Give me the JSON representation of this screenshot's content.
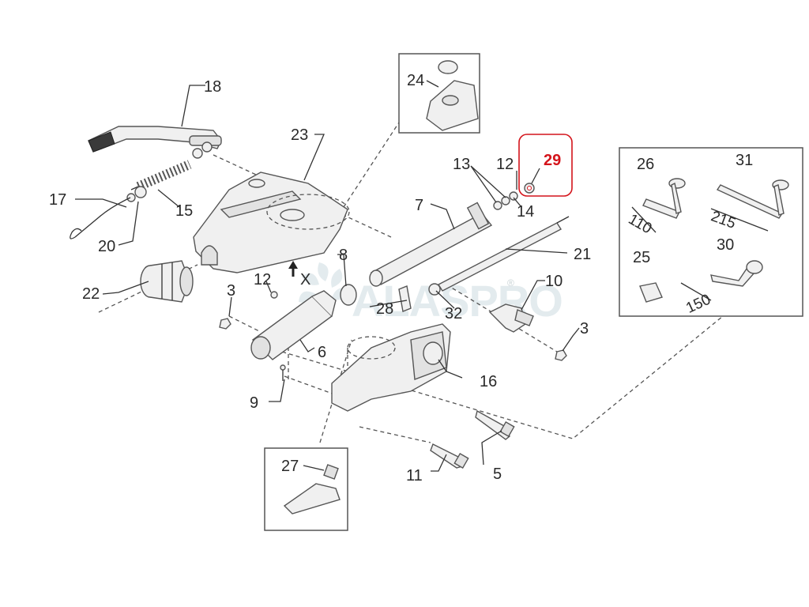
{
  "watermark": {
    "brand": "ALASPRO",
    "reg": "®"
  },
  "labels": {
    "p3a": "3",
    "p3b": "3",
    "p5": "5",
    "p6": "6",
    "p7": "7",
    "p8": "8",
    "p9": "9",
    "p10": "10",
    "p11": "11",
    "p12a": "12",
    "p12b": "12",
    "p13": "13",
    "p14": "14",
    "p15": "15",
    "p16": "16",
    "p17": "17",
    "p18": "18",
    "p20": "20",
    "p21": "21",
    "p22": "22",
    "p23": "23",
    "p24": "24",
    "p25": "25",
    "p26": "26",
    "p27": "27",
    "p28": "28",
    "p29": "29",
    "p30": "30",
    "p31": "31",
    "p32": "32",
    "x": "X"
  },
  "dimensions": {
    "d110": "110",
    "d215": "215",
    "d150": "150"
  },
  "highlight": {
    "part": "29",
    "color": "#d4141b"
  }
}
